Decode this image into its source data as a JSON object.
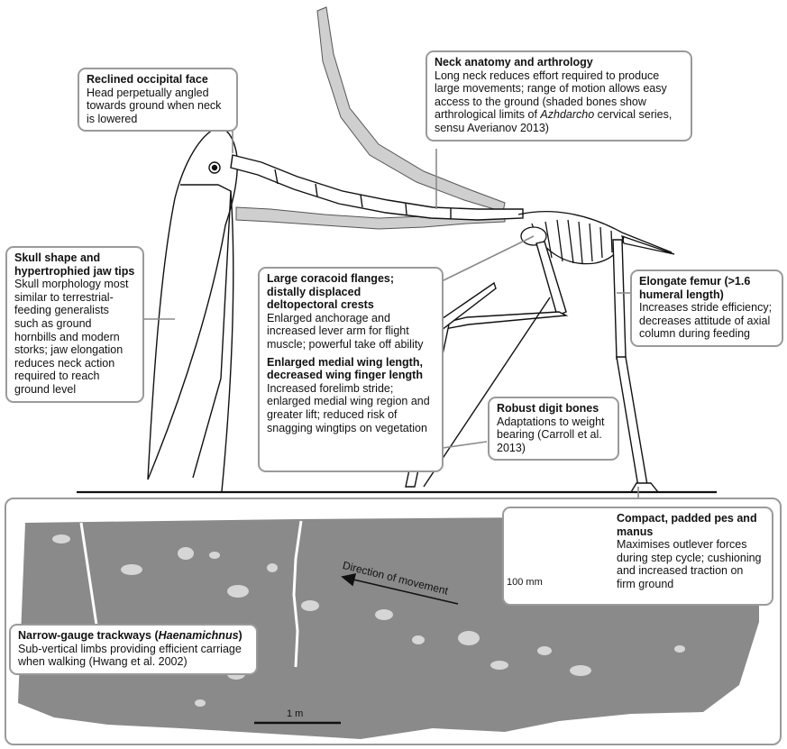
{
  "callouts": {
    "occipital": {
      "title": "Reclined occipital face",
      "body": "Head perpetually angled towards ground when neck is lowered"
    },
    "neck": {
      "title": "Neck anatomy and arthrology",
      "body_pre": "Long neck reduces effort required to produce large movements; range of motion allows easy access to the ground (shaded bones show arthrological limits of ",
      "body_em": "Azhdarcho",
      "body_post": " cervical series, sensu Averianov 2013)"
    },
    "skull": {
      "title": "Skull shape and hypertrophied jaw tips",
      "body": "Skull morphology most similar to terrestrial-feeding generalists such as ground hornbills and modern storks; jaw elongation reduces neck action required to reach ground level"
    },
    "coracoid": {
      "title": "Large coracoid flanges; distally displaced deltopectoral crests",
      "body": "Enlarged anchorage and increased lever arm for flight muscle; powerful take off ability"
    },
    "wing": {
      "title": "Enlarged medial wing length, decreased wing finger length",
      "body": "Increased forelimb stride; enlarged medial wing region and greater lift; reduced risk of snagging wingtips on vegetation"
    },
    "femur": {
      "title": "Elongate femur (>1.6 humeral length)",
      "body": "Increases stride efficiency; decreases attitude of axial column during feeding"
    },
    "digit": {
      "title": "Robust digit bones",
      "body": "Adaptations to weight bearing (Carroll et al. 2013)"
    },
    "pes": {
      "title": "Compact, padded pes and manus",
      "body": "Maximises outlever forces during step cycle; cushioning and increased traction on firm ground"
    },
    "trackway": {
      "title_pre": "Narrow-gauge trackways (",
      "title_em": "Haenamichnus",
      "title_post": ")",
      "body": "Sub-vertical limbs providing efficient carriage when walking (Hwang et al. 2002)"
    }
  },
  "labels": {
    "direction": "Direction of movement",
    "scale_100mm": "100 mm",
    "scale_1m": "1 m"
  },
  "colors": {
    "slab": "#8a8a8a",
    "print": "#d6d6d6",
    "bone_shaded": "#cfcfcf",
    "callout_border": "#9a9a9a"
  }
}
